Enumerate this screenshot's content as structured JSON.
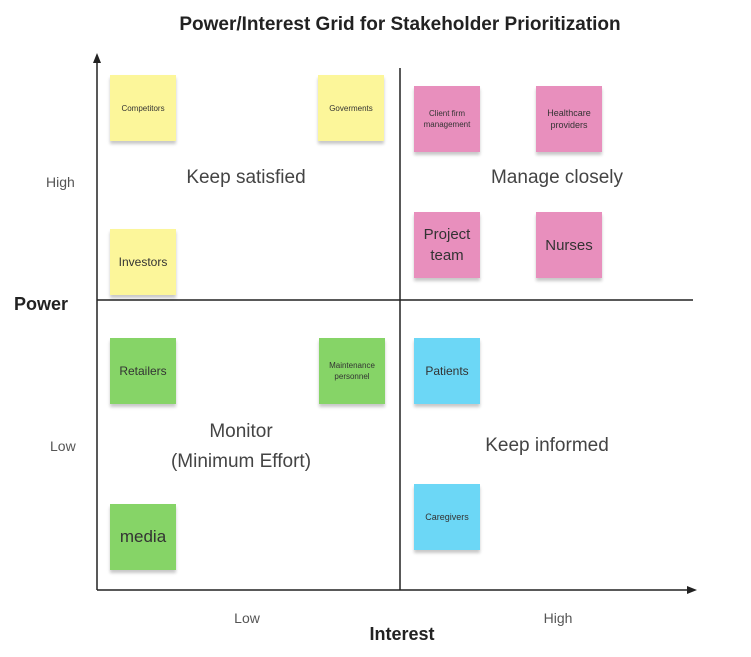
{
  "title": "Power/Interest Grid for Stakeholder Prioritization",
  "axes": {
    "y_label": "Power",
    "x_label": "Interest",
    "y_high": "High",
    "y_low": "Low",
    "x_low": "Low",
    "x_high": "High"
  },
  "quadrants": {
    "top_left": "Keep satisfied",
    "top_right": "Manage closely",
    "bottom_left_line1": "Monitor",
    "bottom_left_line2": "(Minimum Effort)",
    "bottom_right": "Keep informed"
  },
  "notes": {
    "competitors": "Competitors",
    "governments": "Goverments",
    "investors": "Investors",
    "client_firm_management": "Client firm management",
    "healthcare_providers": "Healthcare providers",
    "project_team": "Project team",
    "nurses": "Nurses",
    "retailers": "Retailers",
    "maintenance_personnel": "Maintenance personnel",
    "media": "media",
    "patients": "Patients",
    "caregivers": "Caregivers"
  },
  "colors": {
    "yellow": "#fcf69a",
    "pink": "#e88fbd",
    "green": "#86d467",
    "blue": "#6cd7f6",
    "axis": "#222222"
  }
}
